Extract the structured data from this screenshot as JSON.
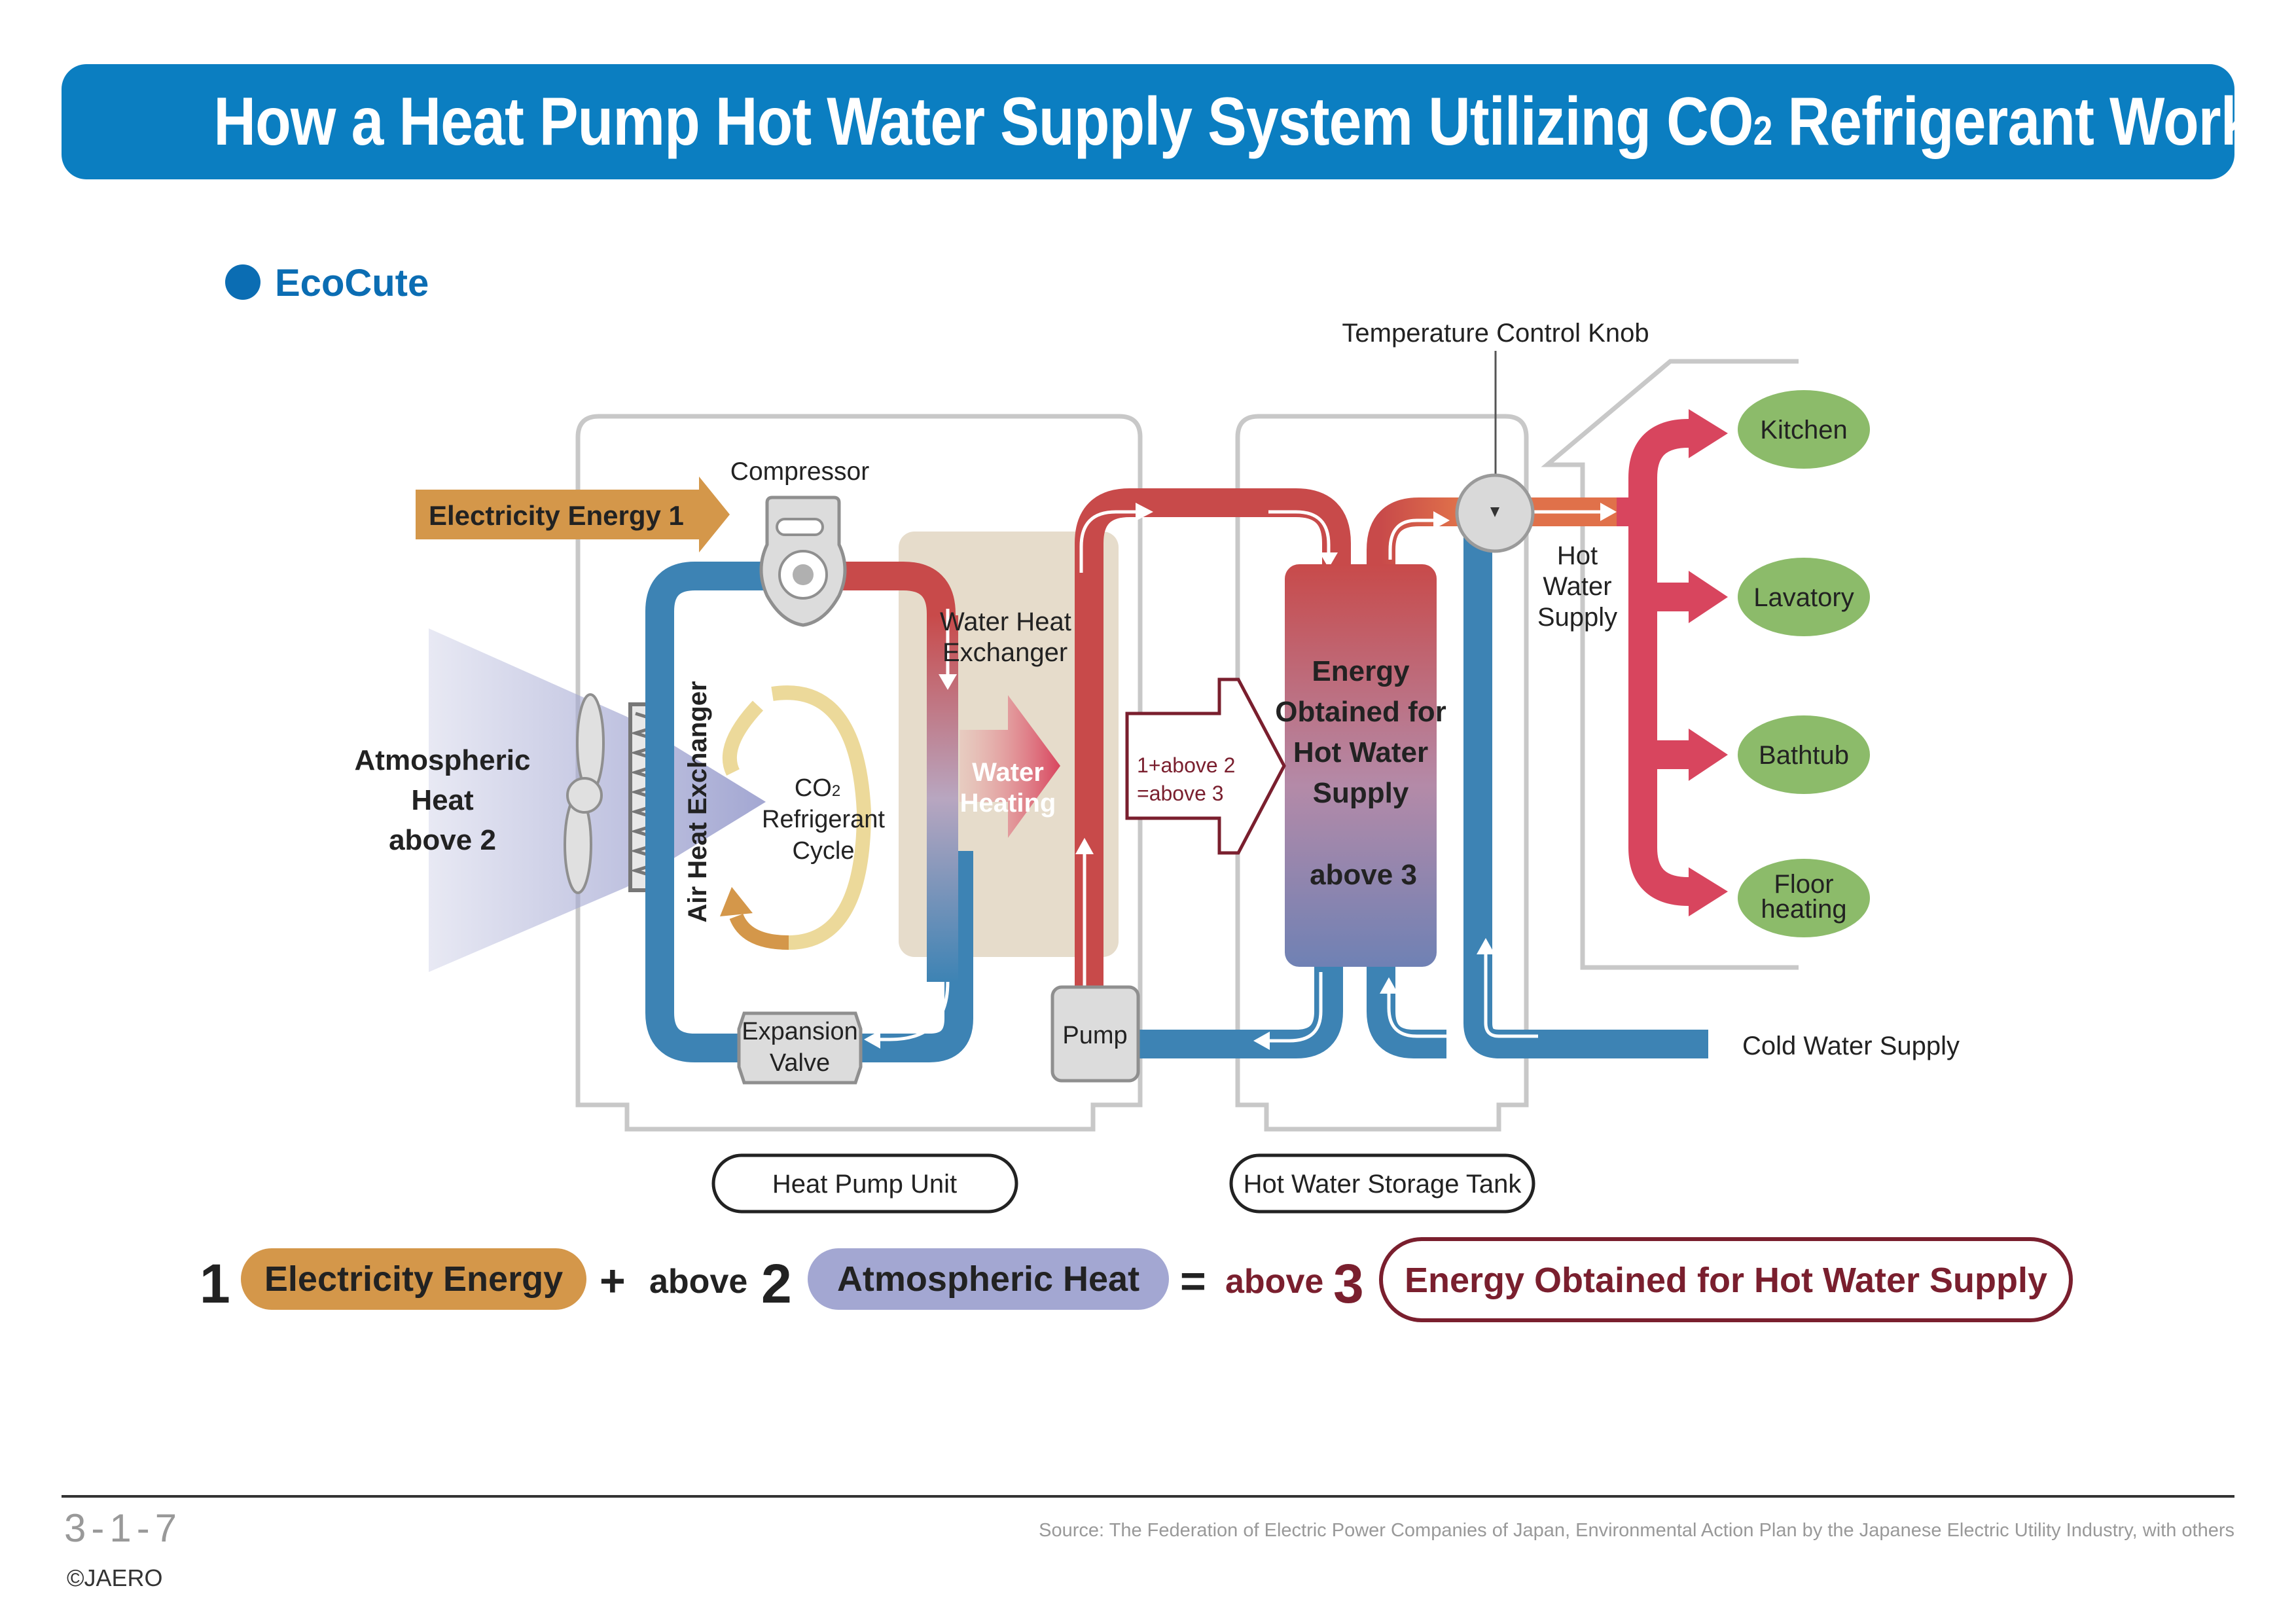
{
  "title": {
    "prefix": "How a Heat Pump Hot Water Supply System Utilizing CO",
    "sub": "2",
    "suffix": " Refrigerant Works"
  },
  "section_label": "EcoCute",
  "labels": {
    "temperature_control_knob": "Temperature Control Knob",
    "compressor": "Compressor",
    "electricity_energy_arrow": "Electricity Energy 1",
    "water_heat_exchanger_1": "Water Heat",
    "water_heat_exchanger_2": "Exchanger",
    "atmospheric_1": "Atmospheric",
    "atmospheric_2": "Heat",
    "atmospheric_3": "above 2",
    "air_heat_exchanger": "Air Heat Exchanger",
    "co2_cycle_1": "CO",
    "co2_cycle_sub": "2",
    "co2_cycle_2": "Refrigerant",
    "co2_cycle_3": "Cycle",
    "water_heating_1": "Water",
    "water_heating_2": "Heating",
    "equation_arrow_1": "1+above 2",
    "equation_arrow_2": "=above 3",
    "tank_1": "Energy",
    "tank_2": "Obtained for",
    "tank_3": "Hot Water",
    "tank_4": "Supply",
    "tank_5": "above 3",
    "hot_water_supply_1": "Hot",
    "hot_water_supply_2": "Water",
    "hot_water_supply_3": "Supply",
    "expansion_valve_1": "Expansion",
    "expansion_valve_2": "Valve",
    "pump": "Pump",
    "cold_water_supply": "Cold Water Supply",
    "heat_pump_unit": "Heat Pump Unit",
    "hot_water_storage_tank": "Hot Water Storage Tank"
  },
  "outputs": [
    "Kitchen",
    "Lavatory",
    "Bathtub",
    "Floor",
    "heating"
  ],
  "equation": {
    "num1": "1",
    "pill1": "Electricity Energy",
    "plus": "+",
    "above2": "above",
    "num2": "2",
    "pill2": "Atmospheric Heat",
    "equals": "=",
    "above3": "above",
    "num3": "3",
    "pill3": "Energy Obtained for Hot Water Supply"
  },
  "footer": {
    "page_number": "3-1-7",
    "copyright": "©JAERO",
    "source": "Source: The Federation of Electric Power Companies of Japan, Environmental Action Plan by the Japanese Electric Utility Industry, with others"
  },
  "colors": {
    "title_blue": "#0b7ec1",
    "pipe_blue": "#3d83b4",
    "pipe_red": "#c84a4a",
    "electricity_orange": "#d4974a",
    "atmospheric_lavender": "#a3a7d2",
    "output_red": "#d8455e",
    "room_green": "#8cbb6a",
    "energy_maroon": "#7a1f2e"
  }
}
